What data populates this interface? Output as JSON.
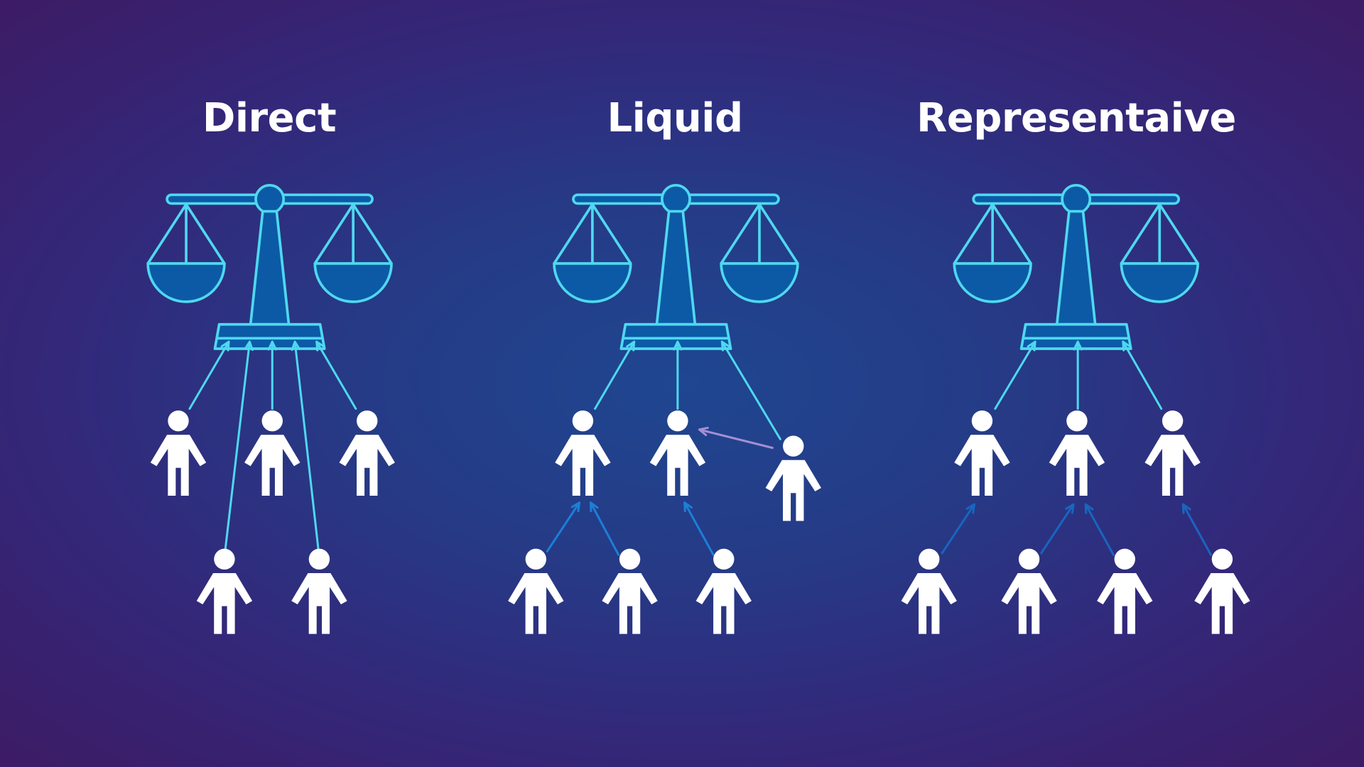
{
  "panels": [
    {
      "id": "direct",
      "title": "Direct"
    },
    {
      "id": "liquid",
      "title": "Liquid"
    },
    {
      "id": "representative",
      "title": "Representaive"
    }
  ],
  "colors": {
    "scale_stroke": "#4fd8f0",
    "scale_fill": "#0c5aa6",
    "arrow_to_scale": "#4fd8f0",
    "arrow_delegate": "#1c7fd6",
    "arrow_delegate_dark": "#1866bf",
    "arrow_lateral": "#a58fd4",
    "person": "#ffffff"
  },
  "icons": [
    "scale-of-justice-icon",
    "person-icon",
    "arrow-icon"
  ]
}
